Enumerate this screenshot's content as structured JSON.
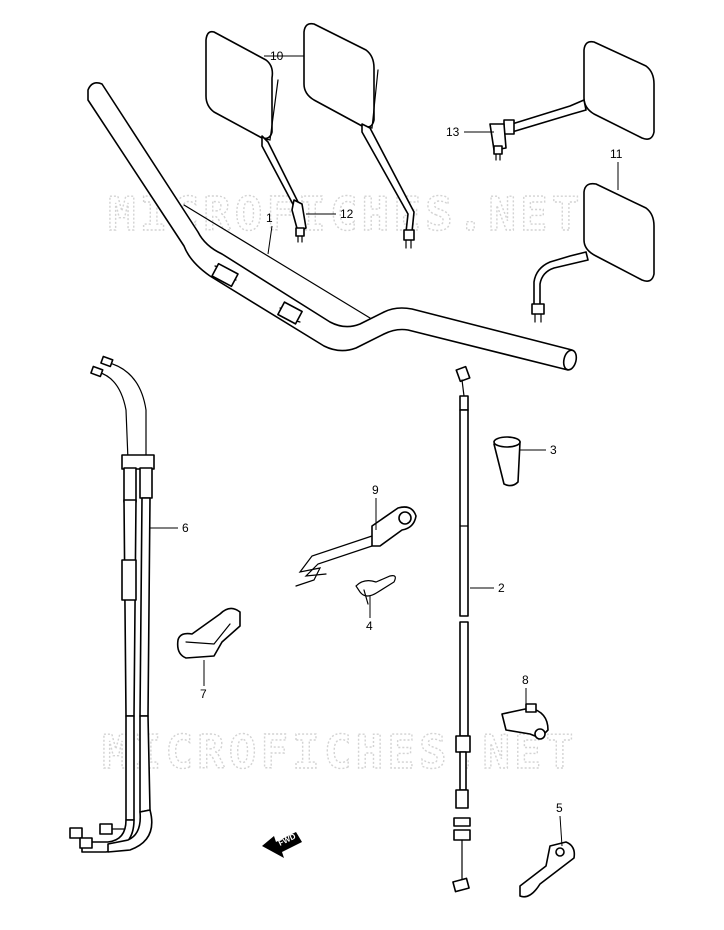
{
  "watermark": {
    "text": "MICROFICHES.NET"
  },
  "fwd_label": "FWD",
  "callouts": {
    "c1": "1",
    "c2": "2",
    "c3": "3",
    "c4": "4",
    "c5": "5",
    "c6": "6",
    "c7": "7",
    "c8": "8",
    "c9": "9",
    "c10": "10",
    "c11": "11",
    "c12": "12",
    "c13": "13"
  },
  "colors": {
    "line": "#000000",
    "watermark": "#d3d3d3",
    "background": "#ffffff"
  }
}
